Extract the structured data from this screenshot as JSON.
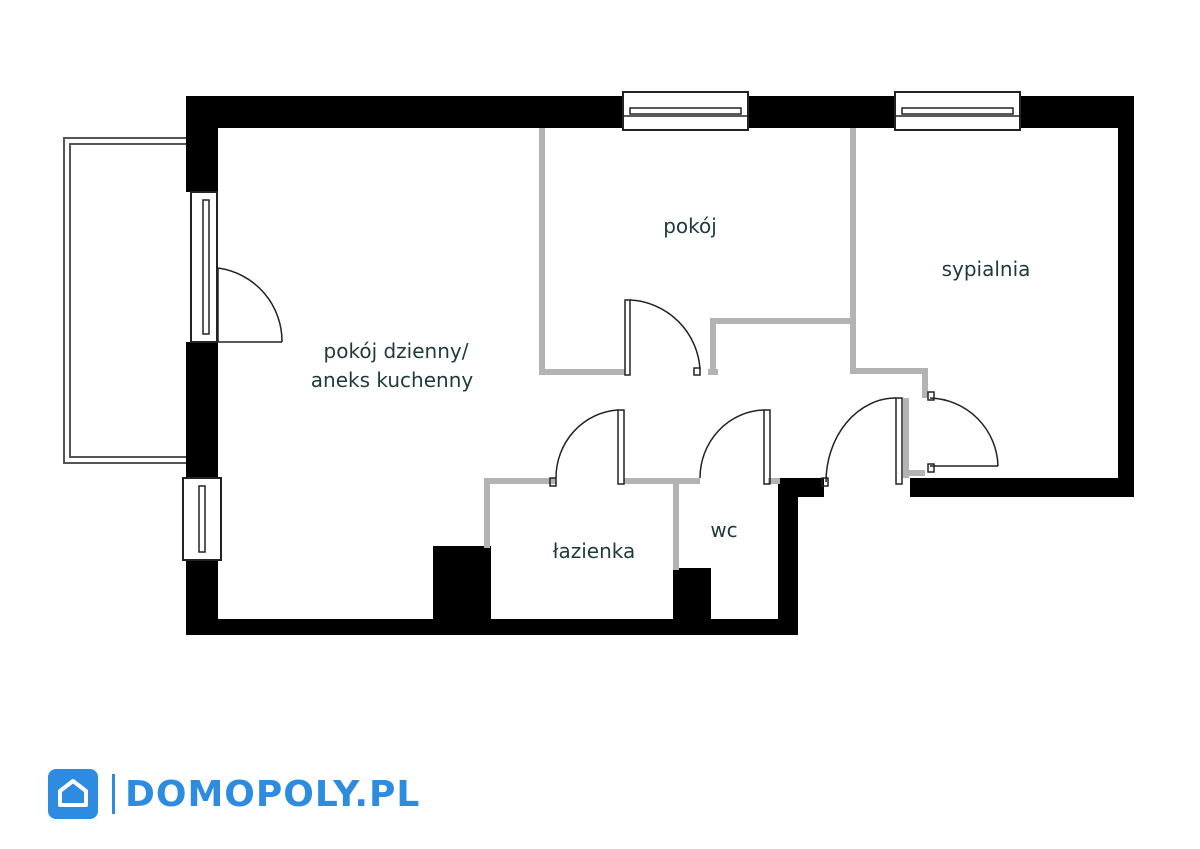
{
  "rooms": {
    "living_line1": "pokój dzienny/",
    "living_line2": "aneks kuchenny",
    "room": "pokój",
    "bedroom": "sypialnia",
    "bathroom": "łazienka",
    "wc": "wc"
  },
  "brand": {
    "name": "DOMOPOLY.PL",
    "color": "#2d8be0",
    "icon": "house-icon"
  },
  "colors": {
    "outer_wall": "#000000",
    "inner_wall": "#b3b3b3",
    "label": "#1e3a3a"
  }
}
